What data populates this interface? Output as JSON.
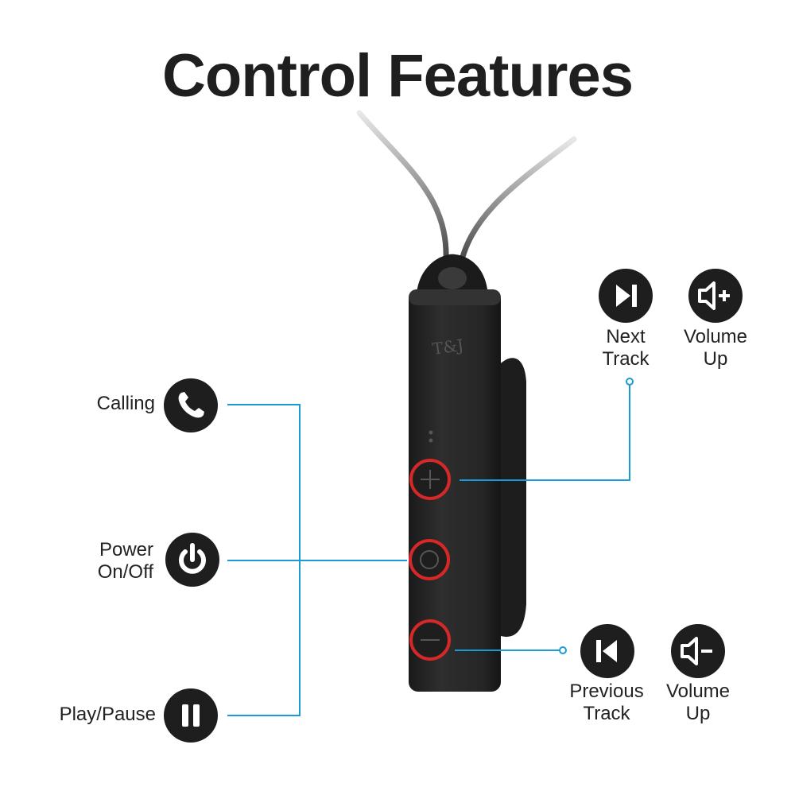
{
  "title": "Control Features",
  "colors": {
    "leader_line": "#1a9ad6",
    "button_ring": "#d62828",
    "device_body": "#262626",
    "icon_circle": "#1e1e1e"
  },
  "brand_mark": "T&J",
  "features_left": [
    {
      "label": "Calling",
      "icon": "phone-icon"
    },
    {
      "label_line1": "Power",
      "label_line2": "On/Off",
      "icon": "power-icon"
    },
    {
      "label": "Play/Pause",
      "icon": "pause-icon"
    }
  ],
  "features_right_top": [
    {
      "label_line1": "Next",
      "label_line2": "Track",
      "icon": "next-track-icon"
    },
    {
      "label_line1": "Volume",
      "label_line2": "Up",
      "icon": "volume-up-icon"
    }
  ],
  "features_right_bottom": [
    {
      "label_line1": "Previous",
      "label_line2": "Track",
      "icon": "previous-track-icon"
    },
    {
      "label_line1": "Volume",
      "label_line2": "Up",
      "icon": "volume-down-icon"
    }
  ],
  "device_buttons": [
    "plus-button",
    "power-button",
    "minus-button"
  ]
}
